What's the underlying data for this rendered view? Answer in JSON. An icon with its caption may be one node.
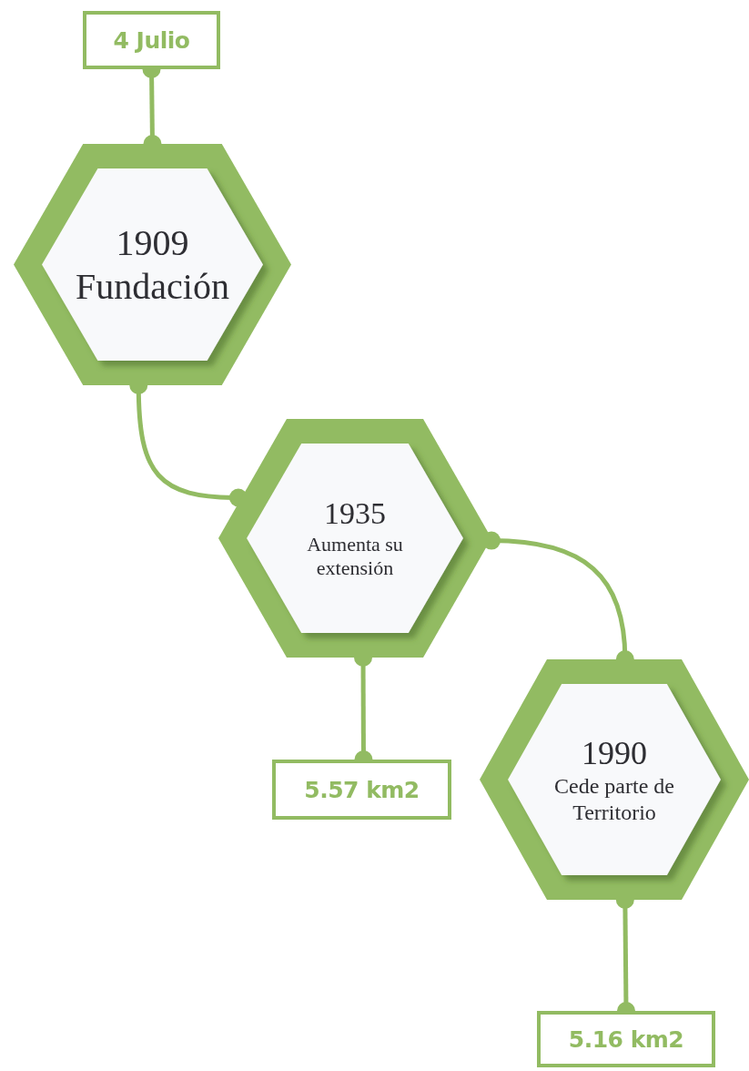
{
  "diagram": {
    "nodes": [
      {
        "text": [
          "4 Julio"
        ]
      },
      {
        "text": [
          "1909",
          "Fundación"
        ]
      },
      {
        "text": [
          "1935",
          "Aumenta su extensión"
        ]
      },
      {
        "text": [
          "5.57 km2"
        ]
      },
      {
        "text": [
          "1990",
          "Cede parte de Territorio"
        ]
      },
      {
        "text": [
          "5.16 km2"
        ]
      }
    ],
    "edges": [
      {
        "from": 0,
        "to": 1,
        "arrow": "other"
      },
      {
        "from": 1,
        "to": 2,
        "arrow": "other"
      },
      {
        "from": 2,
        "to": 3,
        "arrow": "other"
      },
      {
        "from": 2,
        "to": 4,
        "arrow": "other"
      },
      {
        "from": 4,
        "to": 5,
        "arrow": "other"
      }
    ]
  }
}
